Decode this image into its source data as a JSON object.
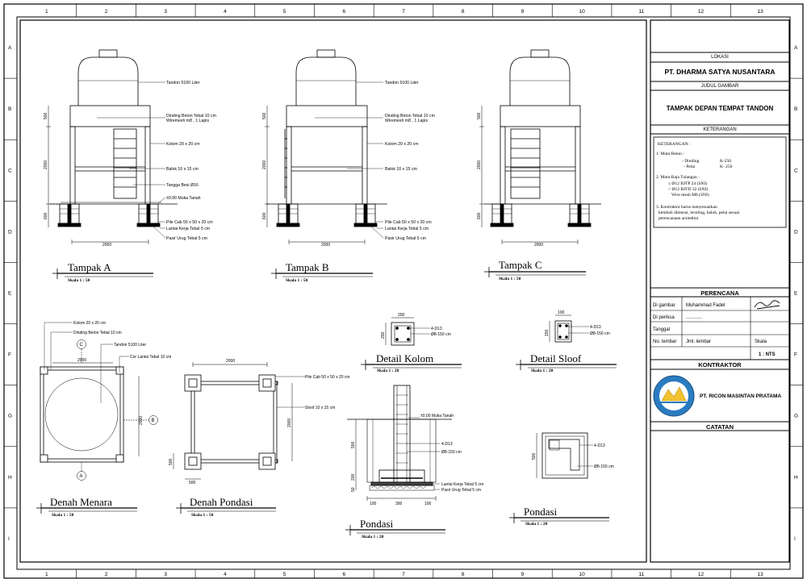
{
  "grid": {
    "cols": [
      "1",
      "2",
      "3",
      "4",
      "5",
      "6",
      "7",
      "8",
      "9",
      "10",
      "11",
      "12",
      "13"
    ],
    "rows": [
      "A",
      "B",
      "C",
      "D",
      "E",
      "F",
      "G",
      "H",
      "I"
    ]
  },
  "titleblock": {
    "lokasi_label": "LOKASI",
    "lokasi_value": "PT. DHARMA SATYA NUSANTARA",
    "judul_label": "JUDUL GAMBAR",
    "judul_value": "TAMPAK DEPAN TEMPAT TANDON",
    "keterangan_label": "KETERANGAN",
    "keterangan_head": "KETERANGAN :",
    "note1_title": "1.  Mutu Beton :",
    "note1_a_label": "- Dinding",
    "note1_a_value": "K-250",
    "note1_b_label": "- Pelat",
    "note1_b_value": "K- 250",
    "note2_title": "2.  Mutu Baja Tulangan :",
    "note2_a": "≤  Ø12 BJTP 24 (SNI)",
    "note2_b": ">  Ø12 BJTD 32 (SNI)",
    "note2_c": "Wire mesh M8 (SNI)",
    "note3_1": "3.  Kontraktor harus menyesuaikan",
    "note3_2": "kembali  dimensi, leveling, balok, pelat sesuai",
    "note3_3": "perencanaan arsitektur",
    "perencana_label": "PERENCANA",
    "digambar_label": "Di gambar",
    "digambar_value": "Muhammad Fadel",
    "diperiksa_label": "Di periksa",
    "diperiksa_value": "............",
    "tanggal_label": "Tanggal",
    "nolembar_label": "No. lembar",
    "jmllembar_label": "Jml. lembar",
    "skala_label": "Skala",
    "skala_value": "1 : NTS",
    "kontraktor_label": "KONTRAKTOR",
    "kontraktor_value": "PT. RICON MASINTAN PRATAMA",
    "catatan_label": "CATATAN"
  },
  "views": {
    "tampak_a": "Tampak A",
    "tampak_b": "Tampak B",
    "tampak_c": "Tampak C",
    "scale_50": "Skala 1 : 50",
    "scale_20": "Skala 1 : 20",
    "denah_menara": "Denah Menara",
    "denah_pondasi": "Denah Pondasi",
    "detail_kolom": "Detail Kolom",
    "detail_sloof": "Detail Sloof",
    "pondasi": "Pondasi"
  },
  "labels": {
    "tandon": "Tandon 5100 Liter",
    "dinding1": "Dinding Beton Tebal 10 cm",
    "dinding2": "Wiremesh m8 , 1 Lapis",
    "kolom": "Kolom 20 x 20 cm",
    "balok": "Balok 10 x 15 cm",
    "tangga": "Tangga Besi Ø16",
    "muka_tanah": "±0.00 Muka Tanah",
    "pile_cap": "Pile Cab 50 x 50 x 20 cm",
    "lantai_kerja": "Lantai Kerja Tebal 5 cm",
    "pasir_urug": "Pasir Urug Tebal 5 cm",
    "cor_lantai": "Cor Lantai Tebal 10 cm",
    "sloof": "Sloof 10 x 15 cm",
    "d13": "4-D13",
    "d8": "Ø8-150 cm",
    "marker_a": "A",
    "marker_b": "B",
    "marker_c": "C"
  },
  "dims": {
    "d2000": "2000",
    "d500": "500",
    "d600": "600",
    "d200": "200",
    "d150": "150",
    "d100": "100",
    "d300": "300",
    "d50": "50"
  }
}
